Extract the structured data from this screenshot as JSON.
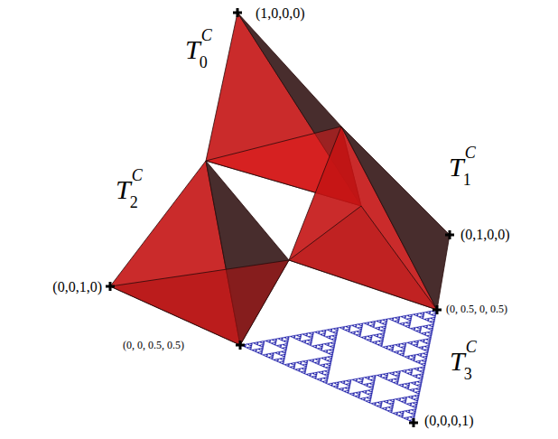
{
  "diagram": {
    "labels": [
      "(1,0,0,0)",
      "T",
      "0",
      "C",
      "T",
      "1",
      "C",
      "(0,1,0,0)",
      "T",
      "2",
      "C",
      "(0,0,1,0)",
      "(0, 0.5, 0, 0.5)",
      "(0, 0, 0.5, 0.5)",
      "T",
      "3",
      "C",
      "(0,0,0,1)"
    ]
  }
}
